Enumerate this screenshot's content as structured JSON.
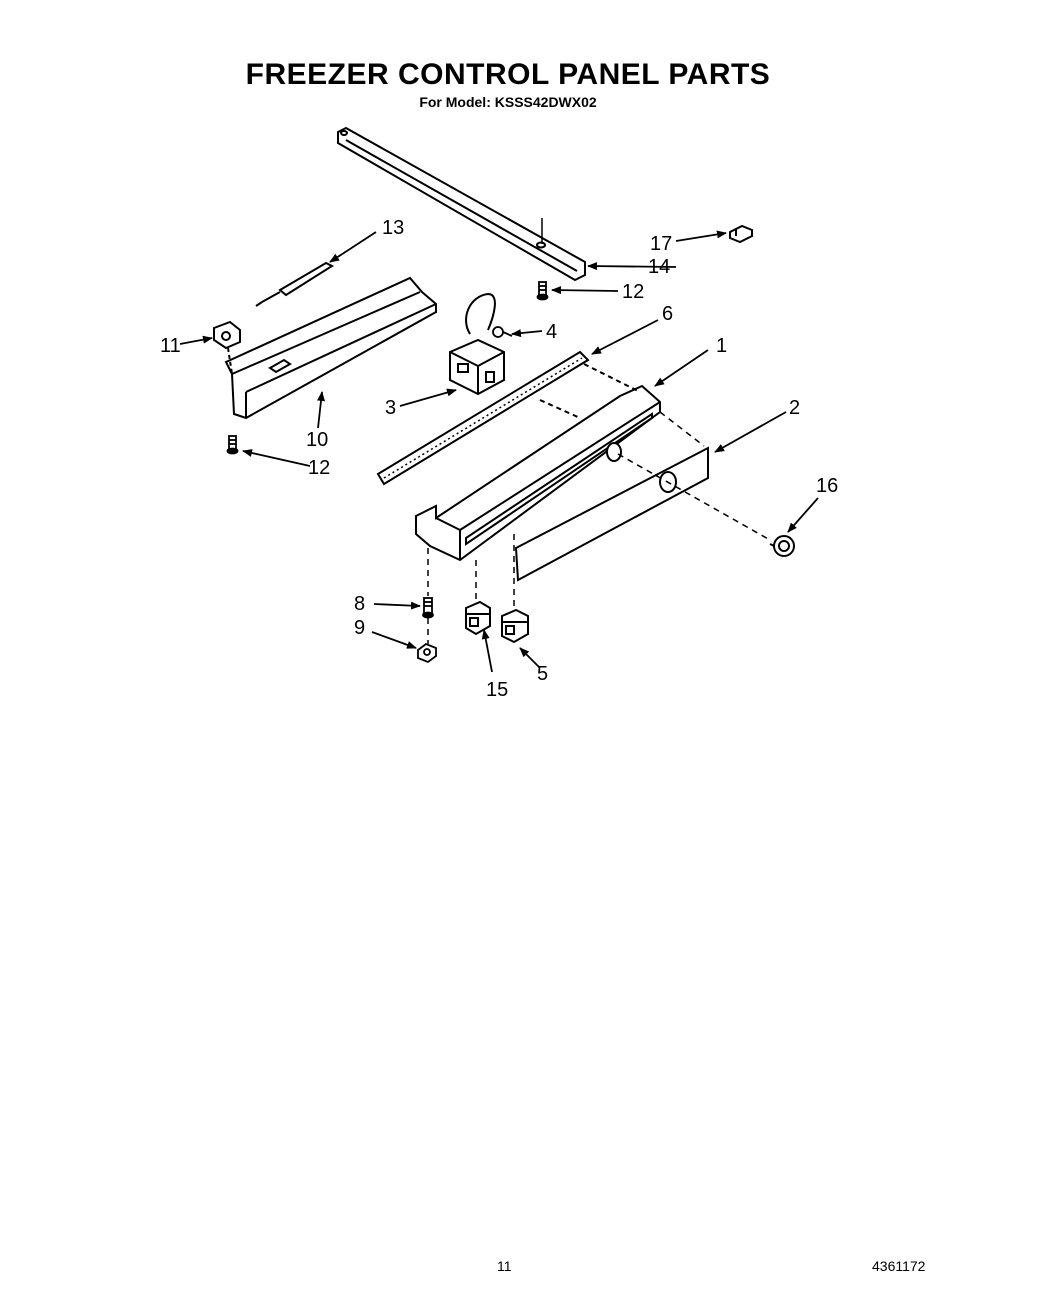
{
  "header": {
    "title": "FREEZER CONTROL PANEL PARTS",
    "subtitle": "For Model: KSSS42DWX02"
  },
  "footer": {
    "page_number": "11",
    "doc_number": "4361172"
  },
  "callouts": {
    "c1": "1",
    "c2": "2",
    "c3": "3",
    "c4": "4",
    "c5": "5",
    "c6": "6",
    "c8": "8",
    "c9": "9",
    "c10": "10",
    "c11": "11",
    "c12a": "12",
    "c12b": "12",
    "c13": "13",
    "c14": "14",
    "c15": "15",
    "c16": "16",
    "c17": "17"
  }
}
